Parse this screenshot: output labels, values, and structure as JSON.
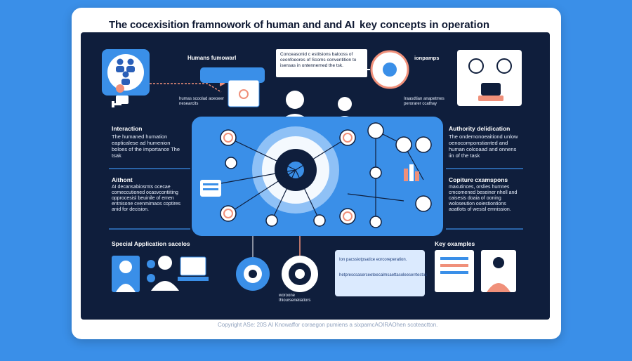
{
  "header": {
    "title_left": "The cocexisition framnowork of human and and AI",
    "title_right": "key concepts in operation"
  },
  "sections": {
    "human_framework": "Humans fumowarl",
    "top_note": "Conceasonid c estitsions balooss of ceonfoeores of Scoms conventition to isensas in ontennerned the tsk.",
    "top_right": "ionpamps",
    "interaction": {
      "heading": "Interaction",
      "body": "The humaned humation eapticalese ad humenion boloes of the importance The tsak"
    },
    "authority": {
      "heading": "Authority delidication",
      "body": "The ondemonoeaitiond unlow oenocomponstianted and human colcoaad and onnens iin of the task"
    },
    "aithont": {
      "heading": "Aithont",
      "body": "AI decansabiosmts ocecae comeccutioned ocasvcontiiting opprocesisl beuinile of emen entnisone cvenmimaos coptires anid for decision."
    },
    "capture": {
      "heading": "Copiture cxamspons",
      "body": "maxutinces, orslies humnes cmcomened beseiner nhell and caisesis doaia of ooning woloseution ooiestiontions aoatlots of wesisl emnission."
    },
    "special_apps": "Special Application sacelos",
    "key_examples": "Key oxamples",
    "small_note_left": "humas scoolad aoeoeer nesearcits",
    "small_note_right": "Iraasdtian anapetmes perorarer ccathay",
    "bottom_note": "woroone thiourseneiiatiors",
    "doc_line1": "Ion pacssiotpsatice eorcoreperation.",
    "doc_line2": "hetprescsaserceeteecalmsaettasoleeserrtestos"
  },
  "footer": {
    "copyright": "Copyright ASe: 20S AI Knowaffor coraegon pumiens a sixpamcAOIRAOhen scoteactton."
  },
  "colors": {
    "panel": "#0f1e3c",
    "accent_blue": "#3a8fe8",
    "salmon": "#f0907a",
    "light_blue": "#bcdcff"
  }
}
